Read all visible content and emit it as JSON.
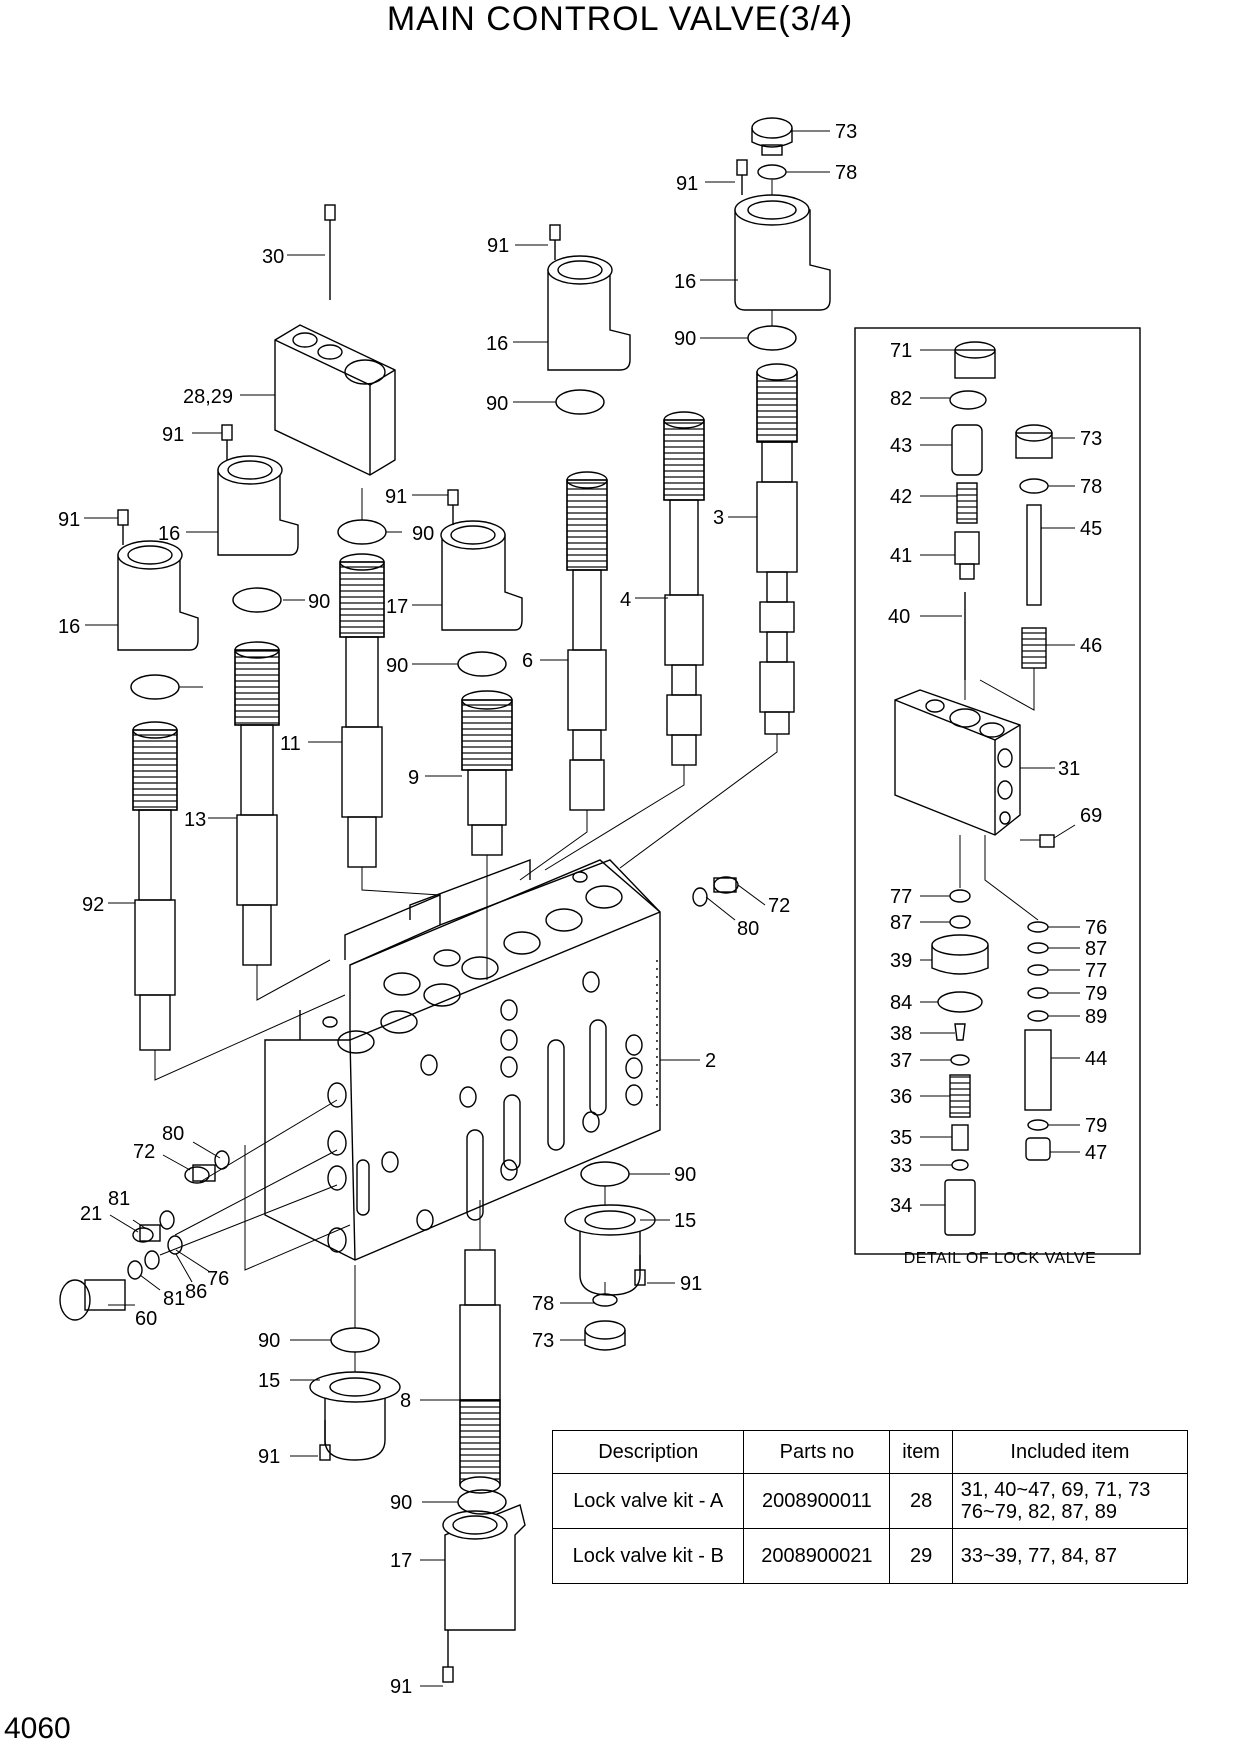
{
  "title": "MAIN CONTROL VALVE(3/4)",
  "page_number": "4060",
  "detail_caption": "DETAIL OF LOCK VALVE",
  "table": {
    "headers": [
      "Description",
      "Parts no",
      "item",
      "Included item"
    ],
    "rows": [
      {
        "description": "Lock valve kit - A",
        "parts_no": "2008900011",
        "item": "28",
        "included_line1": "31, 40~47, 69, 71, 73",
        "included_line2": "76~79, 82, 87, 89"
      },
      {
        "description": "Lock valve kit - B",
        "parts_no": "2008900021",
        "item": "29",
        "included_line1": "33~39, 77, 84, 87",
        "included_line2": ""
      }
    ]
  },
  "callouts": [
    "73",
    "78",
    "91",
    "16",
    "90",
    "3",
    "91",
    "16",
    "90",
    "6",
    "4",
    "30",
    "28,29",
    "91",
    "16",
    "90",
    "11",
    "91",
    "17",
    "90",
    "9",
    "91",
    "16",
    "90",
    "13",
    "92",
    "72",
    "80",
    "2",
    "80",
    "72",
    "81",
    "21",
    "86",
    "76",
    "81",
    "60",
    "90",
    "15",
    "91",
    "78",
    "73",
    "90",
    "15",
    "91",
    "8",
    "90",
    "17",
    "91",
    "71",
    "82",
    "43",
    "42",
    "41",
    "40",
    "73",
    "78",
    "45",
    "46",
    "31",
    "69",
    "77",
    "87",
    "39",
    "84",
    "38",
    "37",
    "36",
    "35",
    "33",
    "34",
    "76",
    "87",
    "77",
    "79",
    "89",
    "44",
    "79",
    "47"
  ]
}
